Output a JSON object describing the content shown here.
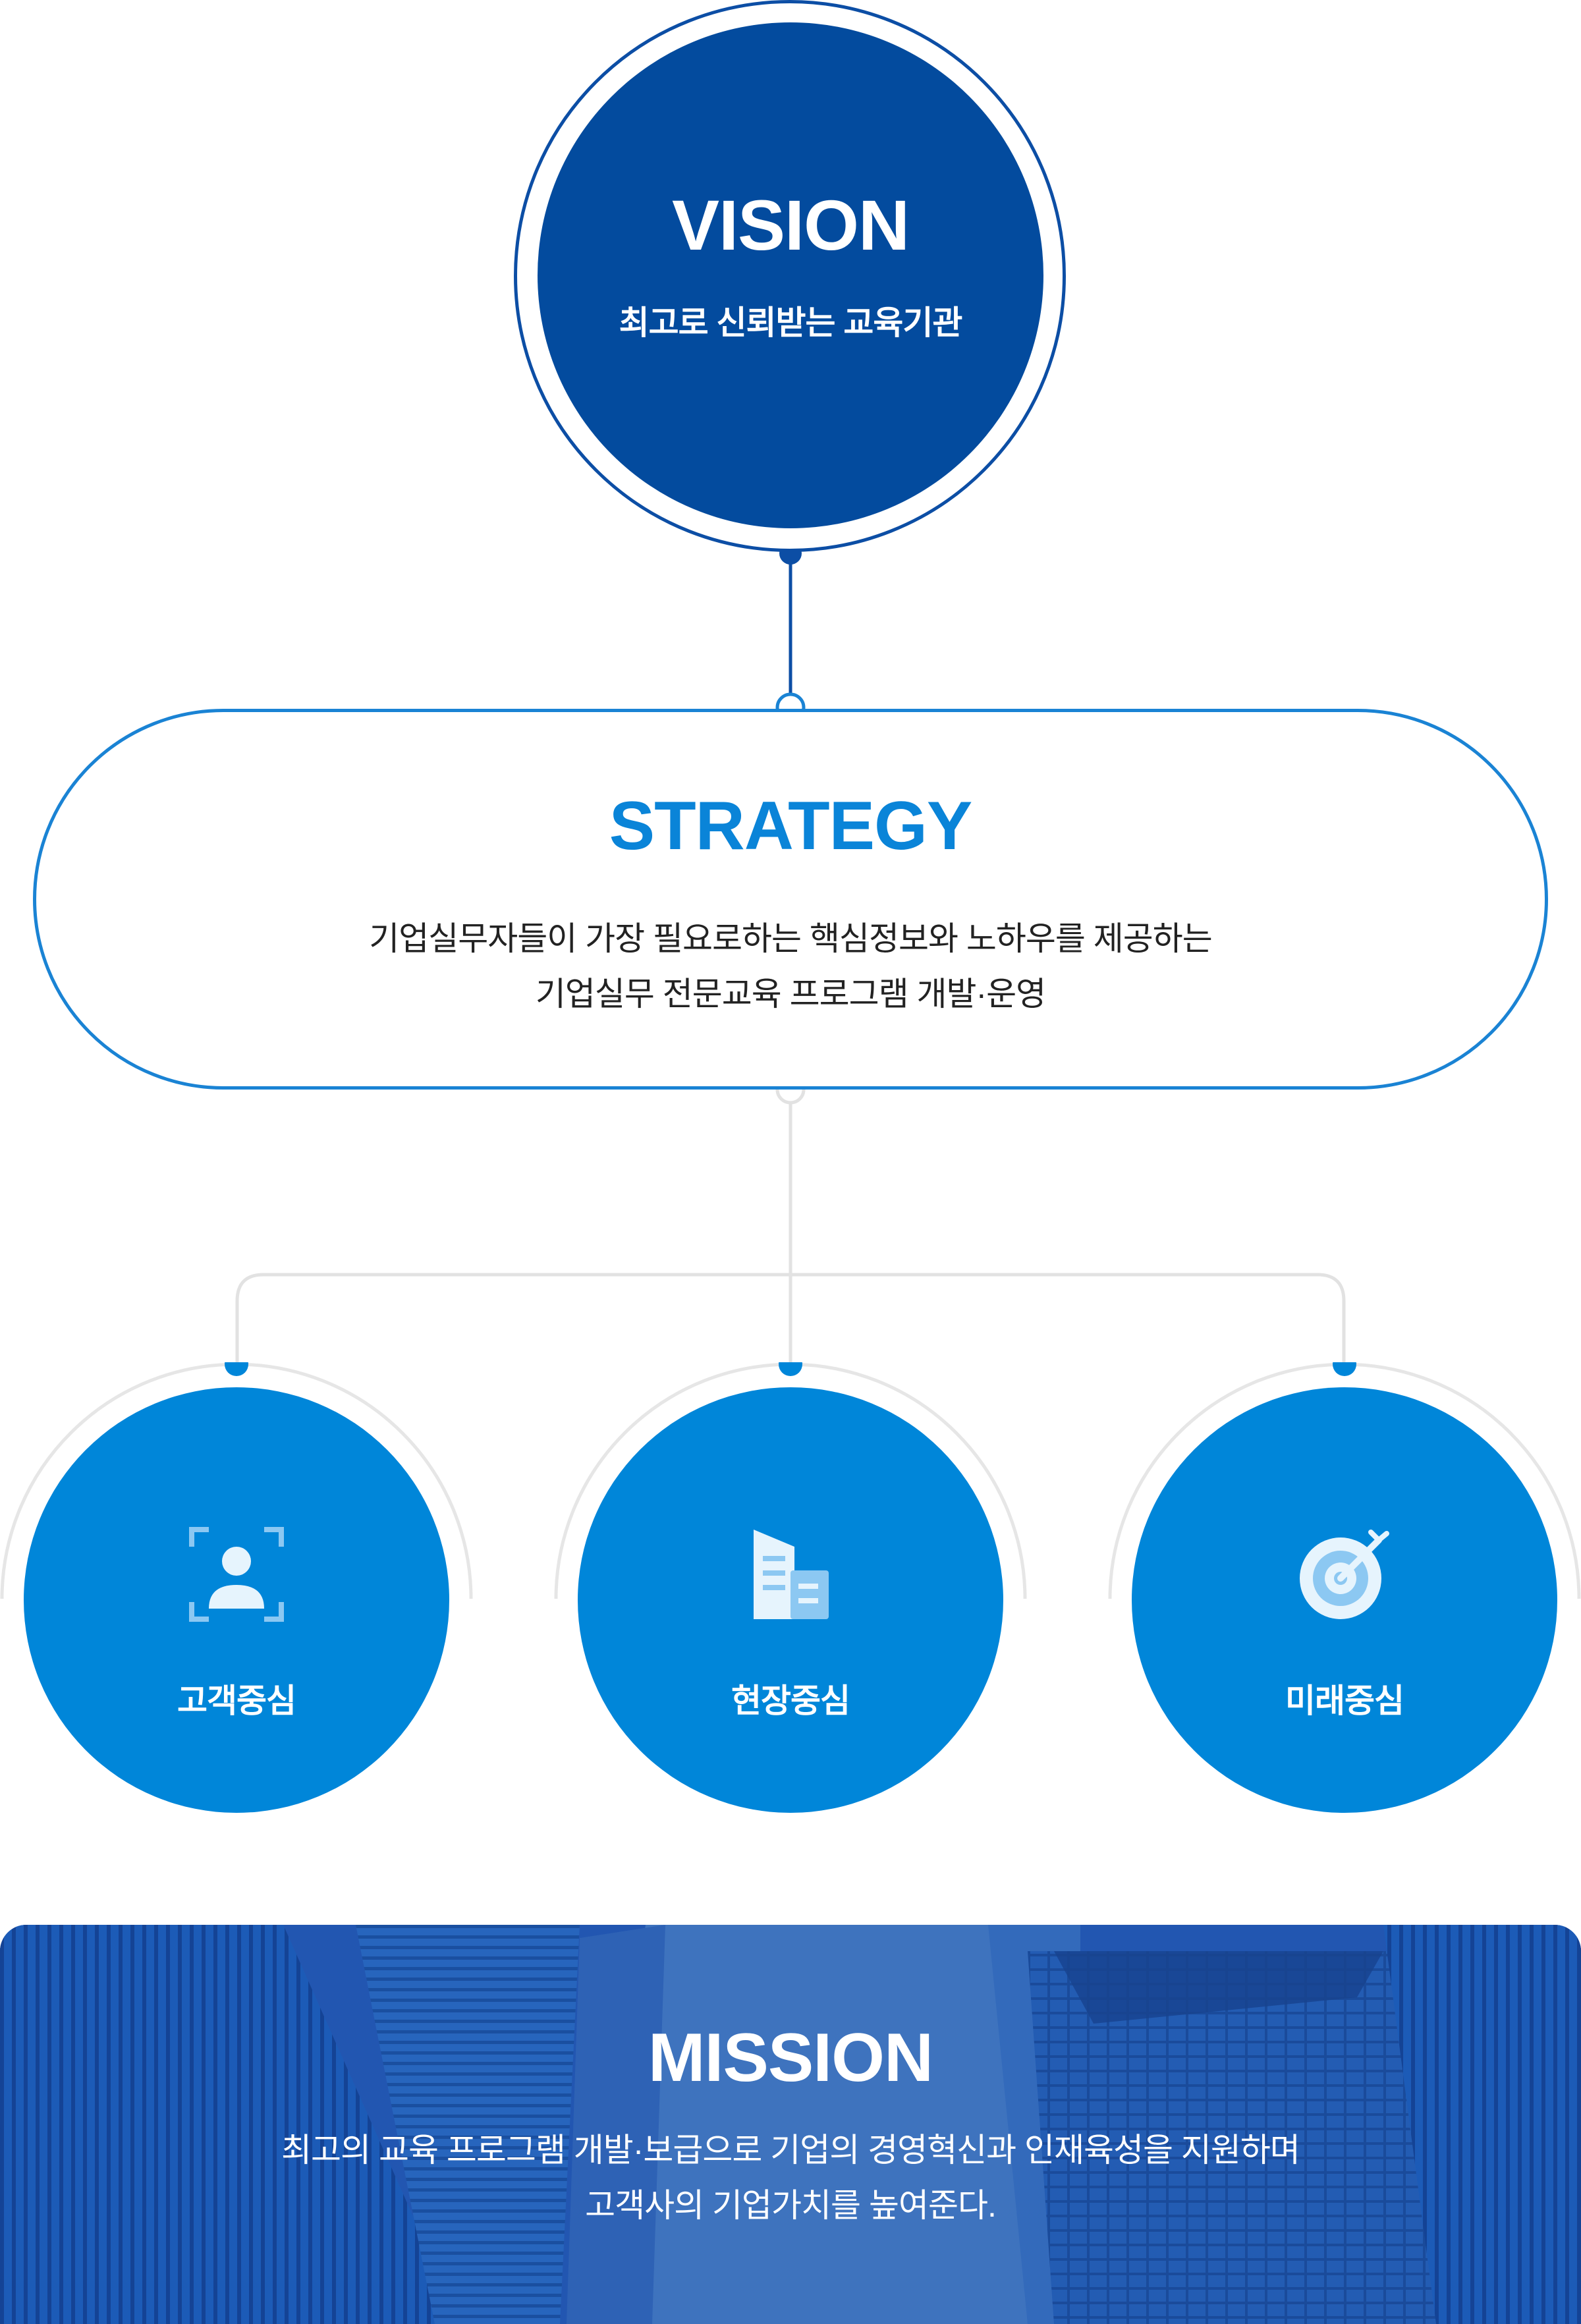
{
  "colors": {
    "vision_blue": "#034b9e",
    "strategy_blue": "#0a84d8",
    "value_blue": "#0086d9",
    "connector_gray": "#e2e2e2",
    "mission_blue": "#1a57b4"
  },
  "vision": {
    "title": "VISION",
    "subtitle": "최고로 신뢰받는 교육기관"
  },
  "strategy": {
    "title": "STRATEGY",
    "lines": [
      "기업실무자들이 가장 필요로하는 핵심정보와 노하우를 제공하는",
      "기업실무 전문교육 프로그램 개발·운영"
    ]
  },
  "values": [
    {
      "label": "고객중심",
      "icon": "person-focus-icon"
    },
    {
      "label": "현장중심",
      "icon": "building-icon"
    },
    {
      "label": "미래중심",
      "icon": "target-icon"
    }
  ],
  "mission": {
    "title": "MISSION",
    "lines": [
      "최고의 교육 프로그램 개발·보급으로 기업의 경영혁신과 인재육성을 지원하며",
      "고객사의 기업가치를 높여준다."
    ]
  }
}
